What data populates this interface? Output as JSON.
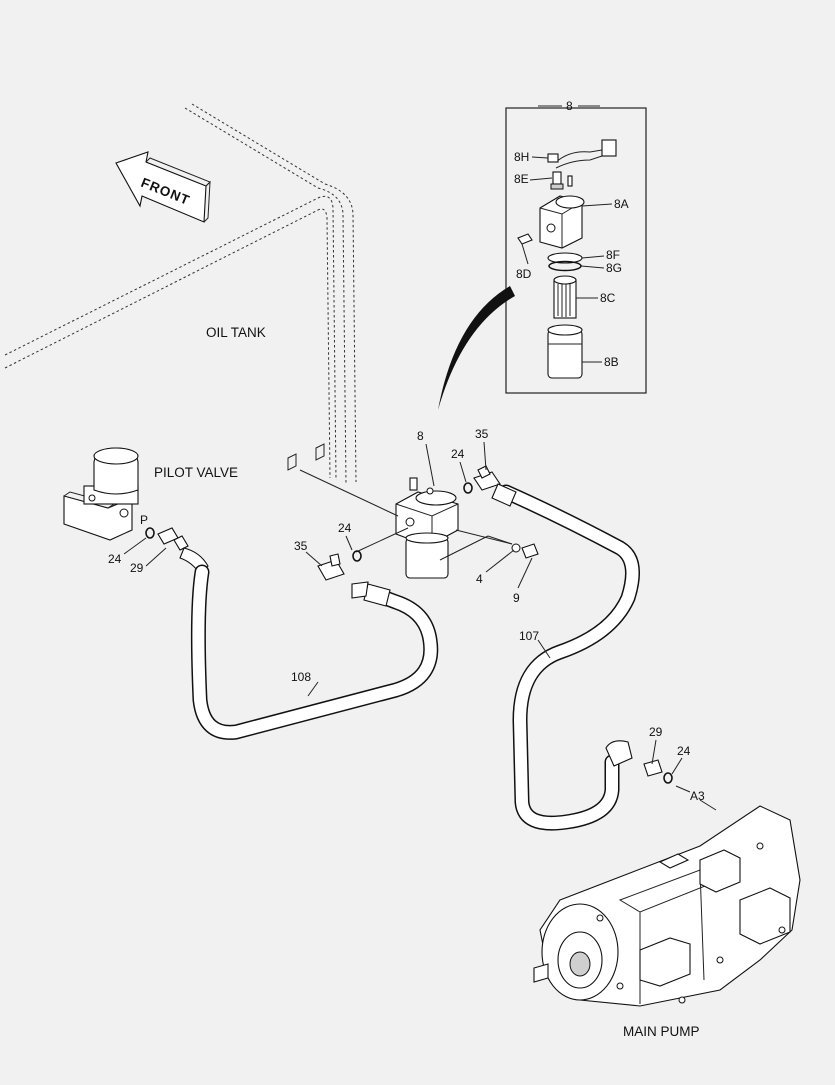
{
  "diagram": {
    "labels": {
      "front": "FRONT",
      "oil_tank": "OIL TANK",
      "pilot_valve": "PILOT VALVE",
      "main_pump": "MAIN PUMP",
      "port_p": "P",
      "port_a3": "A3"
    },
    "callouts": {
      "n8_detail": "8",
      "n8h": "8H",
      "n8e": "8E",
      "n8a": "8A",
      "n8d": "8D",
      "n8f": "8F",
      "n8g": "8G",
      "n8c": "8C",
      "n8b": "8B",
      "n8": "8",
      "n35_right": "35",
      "n24_right": "24",
      "n24_center": "24",
      "n35_left": "35",
      "n24_left": "24",
      "n29_left": "29",
      "n4": "4",
      "n9": "9",
      "n107": "107",
      "n108": "108",
      "n29_right": "29",
      "n24_pump": "24"
    }
  }
}
